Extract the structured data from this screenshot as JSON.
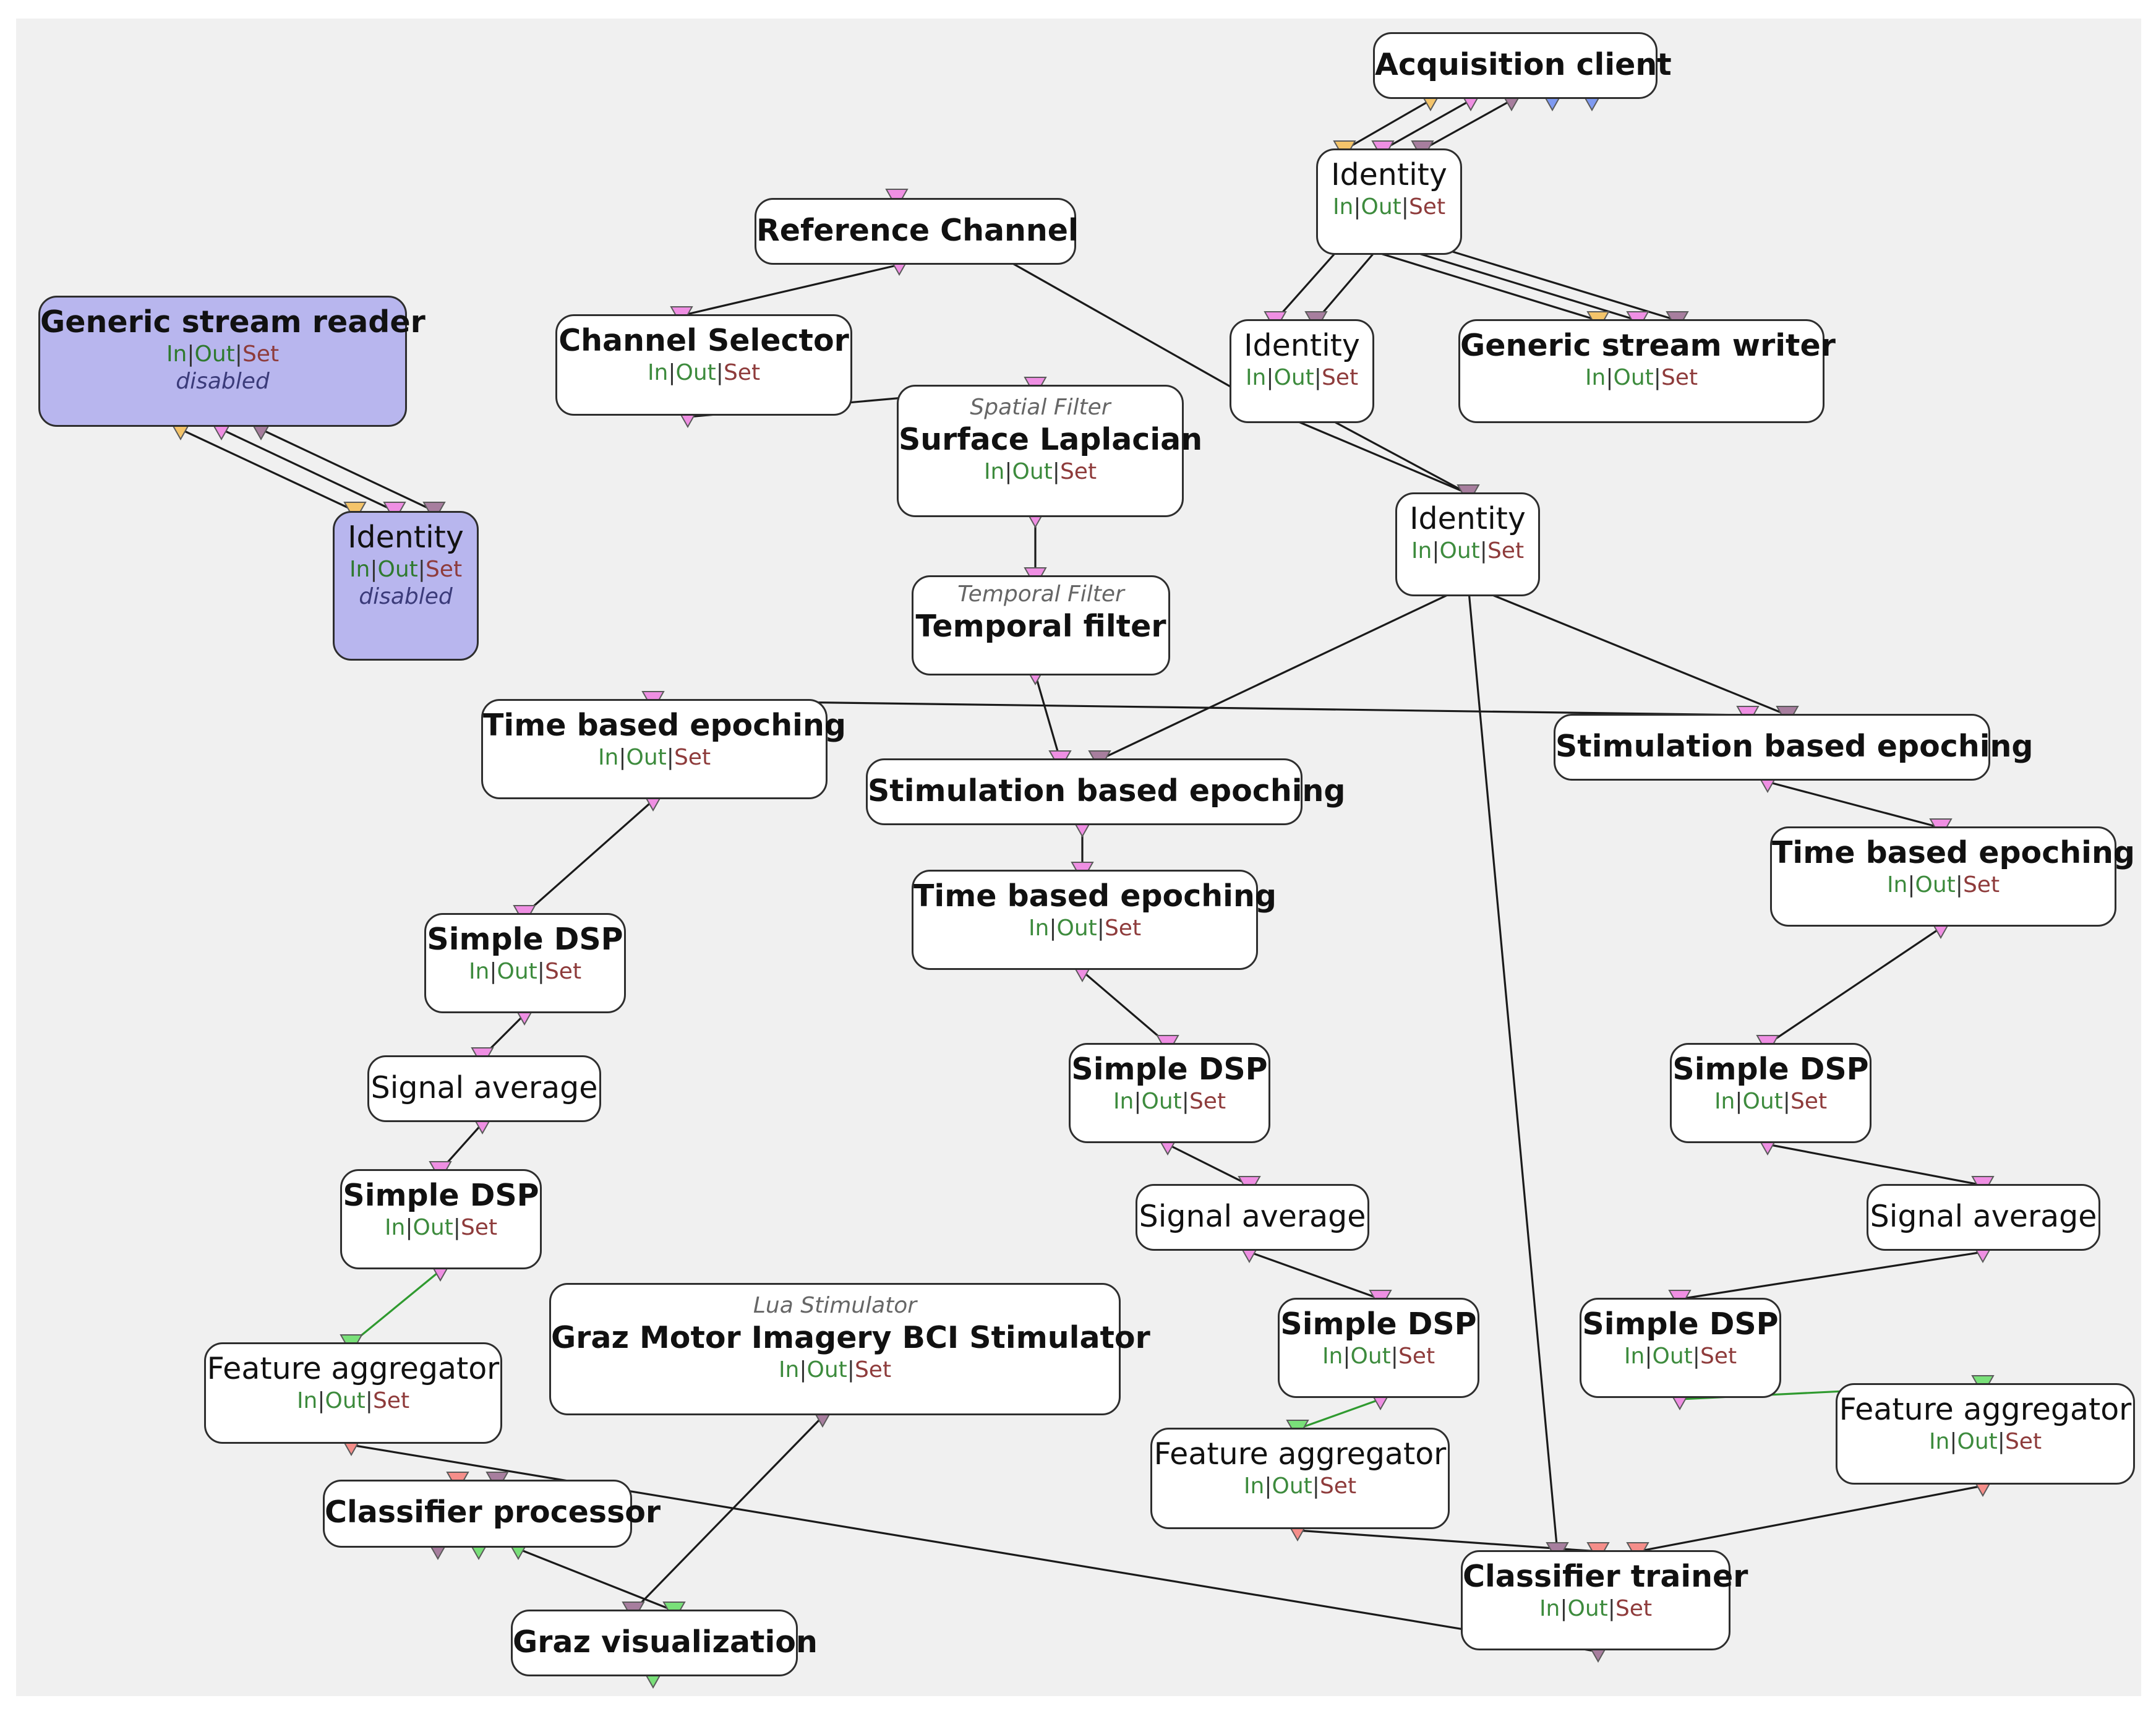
{
  "colors": {
    "port_yellow": "#f4c46a",
    "port_pink": "#ef8fe3",
    "port_mauve": "#a77e9e",
    "port_blue": "#7f9af0",
    "port_green": "#79e079",
    "port_salmon": "#f58e8a",
    "box_disabled": "#b8b6ee"
  },
  "io_labels": {
    "in": "In",
    "out": "Out",
    "set": "Set",
    "sep": "|"
  },
  "disabled_label": "disabled",
  "boxes": {
    "acquisition_client": {
      "title": "Acquisition client"
    },
    "identity_top": {
      "title": "Identity"
    },
    "reference_channel": {
      "title": "Reference Channel"
    },
    "generic_stream_reader": {
      "title": "Generic stream reader"
    },
    "identity_disabled": {
      "title": "Identity"
    },
    "channel_selector": {
      "title": "Channel Selector"
    },
    "surface_laplacian": {
      "type": "Spatial Filter",
      "title": "Surface Laplacian"
    },
    "identity_mid": {
      "title": "Identity"
    },
    "generic_stream_writer": {
      "title": "Generic stream writer"
    },
    "identity_right": {
      "title": "Identity"
    },
    "temporal_filter": {
      "type": "Temporal Filter",
      "title": "Temporal filter"
    },
    "time_epoch_left": {
      "title": "Time based epoching"
    },
    "stim_epoch_center": {
      "title": "Stimulation based epoching"
    },
    "stim_epoch_right": {
      "title": "Stimulation based epoching"
    },
    "time_epoch_center": {
      "title": "Time based epoching"
    },
    "time_epoch_right": {
      "title": "Time based epoching"
    },
    "dsp_left_1": {
      "title": "Simple DSP"
    },
    "signal_avg_left": {
      "title": "Signal average"
    },
    "dsp_left_2": {
      "title": "Simple DSP"
    },
    "dsp_center_1": {
      "title": "Simple DSP"
    },
    "signal_avg_center": {
      "title": "Signal average"
    },
    "dsp_center_2": {
      "title": "Simple DSP"
    },
    "dsp_right_1": {
      "title": "Simple DSP"
    },
    "signal_avg_right": {
      "title": "Signal average"
    },
    "dsp_right_2": {
      "title": "Simple DSP"
    },
    "graz_stimulator": {
      "type": "Lua Stimulator",
      "title": "Graz Motor Imagery BCI Stimulator"
    },
    "feature_agg_left": {
      "title": "Feature aggregator"
    },
    "feature_agg_center": {
      "title": "Feature aggregator"
    },
    "feature_agg_right": {
      "title": "Feature aggregator"
    },
    "classifier_processor": {
      "title": "Classifier processor"
    },
    "classifier_trainer": {
      "title": "Classifier trainer"
    },
    "graz_visualization": {
      "title": "Graz visualization"
    }
  }
}
